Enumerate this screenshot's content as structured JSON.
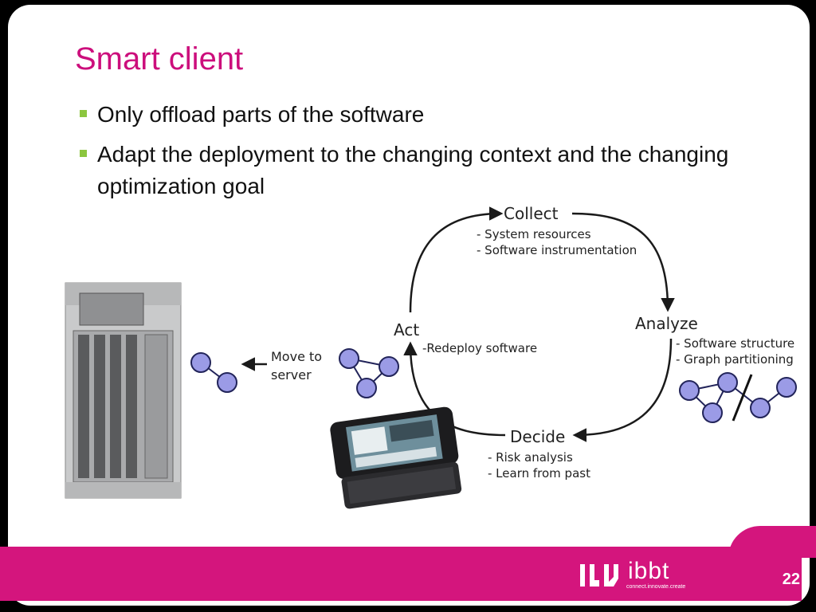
{
  "slide": {
    "title": "Smart client",
    "bullets": [
      "Only offload parts of the software",
      "Adapt the deployment to the changing context and the changing optimization goal"
    ]
  },
  "cycle": {
    "collect": {
      "label": "Collect",
      "items": [
        "- System resources",
        "- Software instrumentation"
      ]
    },
    "analyze": {
      "label": "Analyze",
      "items": [
        "- Software structure",
        "- Graph partitioning"
      ]
    },
    "decide": {
      "label": "Decide",
      "items": [
        "- Risk analysis",
        "- Learn from past"
      ]
    },
    "act": {
      "label": "Act",
      "items": [
        "-Redeploy software"
      ]
    }
  },
  "move_to_server": {
    "line1": "Move to",
    "line2": "server"
  },
  "footer": {
    "logo_text": "ibbt",
    "logo_tagline": "connect.innovate.create",
    "page_number": "22"
  },
  "colors": {
    "title": "#cc0e7c",
    "bullet": "#8cc63f",
    "footer": "#d4157d",
    "node_fill": "#9b9be6",
    "node_stroke": "#22245a"
  }
}
